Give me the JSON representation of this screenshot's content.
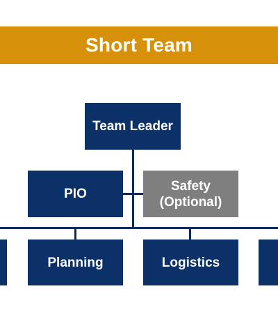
{
  "title": "Short Team",
  "colors": {
    "title_bar": "#d6900a",
    "node_primary": "#0b3168",
    "node_optional": "#7f7f7f",
    "connector": "#0a2a5c"
  },
  "nodes": {
    "team_leader": "Team Leader",
    "pio": "PIO",
    "safety": "Safety\n(Optional)",
    "operations": "",
    "planning": "Planning",
    "logistics": "Logistics",
    "finance": ""
  }
}
